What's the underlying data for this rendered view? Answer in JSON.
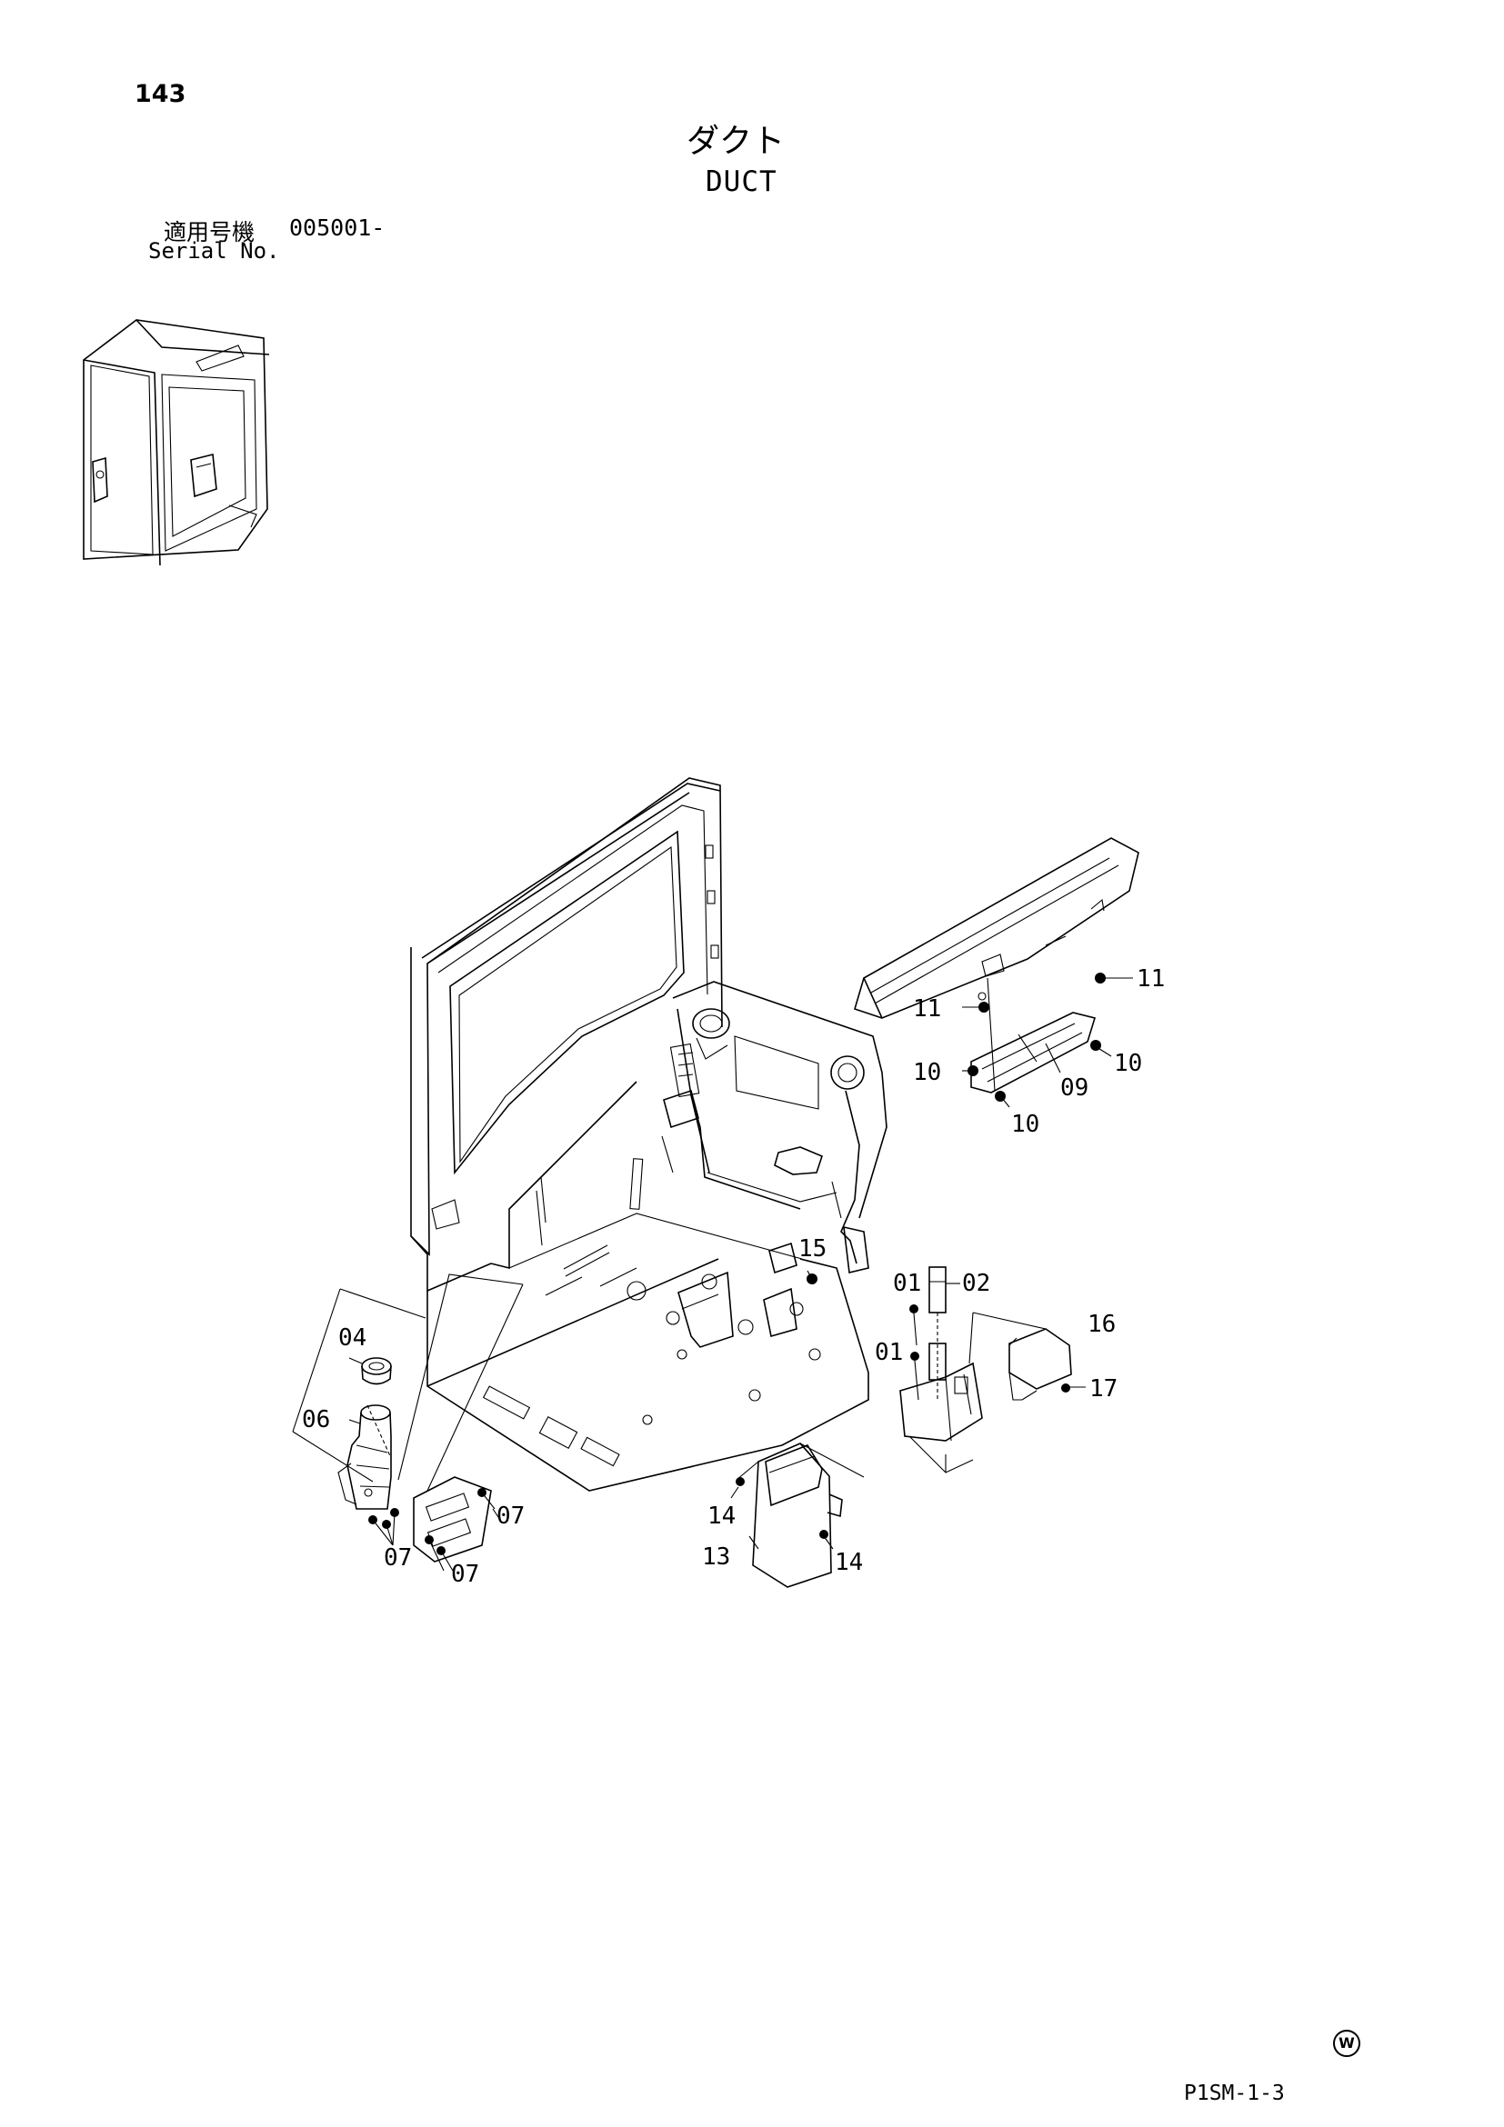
{
  "header": {
    "page_number": "143",
    "title_jp": "ダクト",
    "title_en": "DUCT"
  },
  "serial": {
    "label_jp": "適用号機",
    "value": "005001-",
    "label_en": "Serial No."
  },
  "callouts": {
    "c01a": "01",
    "c01b": "01",
    "c02": "02",
    "c04": "04",
    "c06": "06",
    "c07a": "07",
    "c07b": "07",
    "c07c": "07",
    "c09": "09",
    "c10a": "10",
    "c10b": "10",
    "c10c": "10",
    "c11a": "11",
    "c11b": "11",
    "c13": "13",
    "c14a": "14",
    "c14b": "14",
    "c15": "15",
    "c16": "16",
    "c17": "17"
  },
  "footer": {
    "ref_code": "P1SM-1-3"
  },
  "icons": [
    "cab-overview-icon",
    "registered-w-mark-icon"
  ]
}
